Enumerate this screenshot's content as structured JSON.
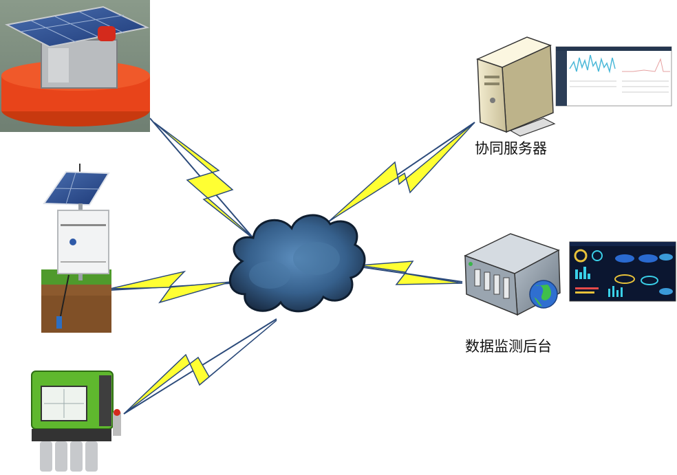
{
  "labels": {
    "collab_server": "协同服务器",
    "monitor_backend": "数据监测后台"
  },
  "devices": {
    "buoy": {
      "icon": "water-quality-buoy-photo"
    },
    "soil_station": {
      "icon": "soil-monitoring-station-photo"
    },
    "analyzer": {
      "icon": "multi-parameter-analyzer-photo"
    },
    "server": {
      "icon": "tower-server-icon"
    },
    "rack": {
      "icon": "rack-server-icon"
    },
    "cloud": {
      "icon": "cloud-icon"
    }
  },
  "colors": {
    "bolt_fill": "#ffff33",
    "bolt_stroke": "#2b4a7a",
    "cloud_dark": "#1b2f48",
    "cloud_light": "#4b7aa6",
    "buoy_orange": "#e8441a",
    "analyzer_green": "#5fb82e",
    "dashboard_dark": "#0b1630"
  }
}
